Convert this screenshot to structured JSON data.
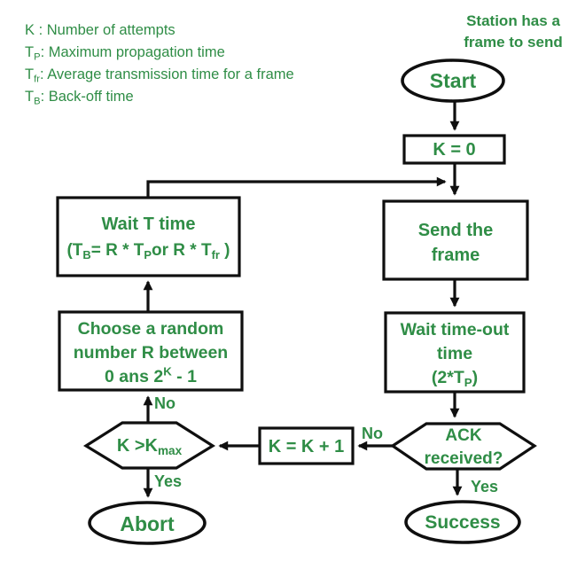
{
  "colors": {
    "green": "#2f8d46",
    "line": "#0f0f0f",
    "background": "#ffffff"
  },
  "legend": {
    "line1": "K : Number of attempts",
    "line2": {
      "base": "T",
      "sub": "P",
      "rest": ": Maximum propagation time"
    },
    "line3": {
      "base": "T",
      "sub": "fr",
      "rest": ": Average transmission time for a frame"
    },
    "line4": {
      "base": "T",
      "sub": "B",
      "rest": ": Back-off time"
    }
  },
  "station_note": {
    "line1": "Station has a",
    "line2": "frame to send"
  },
  "nodes": {
    "start": {
      "label": "Start"
    },
    "k0": {
      "label": "K = 0"
    },
    "send": {
      "line1": "Send the",
      "line2": "frame"
    },
    "timeout": {
      "line1": "Wait time-out",
      "line2": "time",
      "line3": {
        "pre": "(2*T",
        "sub": "P",
        "post": ")"
      }
    },
    "ack": {
      "line1": "ACK",
      "line2": "received?"
    },
    "k1": {
      "label": "K = K + 1"
    },
    "kmax": {
      "pre": "K >K",
      "sub": "max"
    },
    "wait": {
      "line1": "Wait T time",
      "line2": {
        "p1": "(T",
        "s1": "B",
        "p2": "= R * T",
        "s2": "P",
        "p3": "or R * T",
        "s3": "fr",
        "p4": " )"
      }
    },
    "choose": {
      "line1": "Choose a random",
      "line2": "number R between",
      "line3": {
        "pre": "0 ans 2",
        "sup": "K",
        "post": " - 1"
      }
    },
    "abort": {
      "label": "Abort"
    },
    "success": {
      "label": "Success"
    }
  },
  "edge_labels": {
    "ack_no": "No",
    "ack_yes": "Yes",
    "kmax_no": "No",
    "kmax_yes": "Yes"
  }
}
